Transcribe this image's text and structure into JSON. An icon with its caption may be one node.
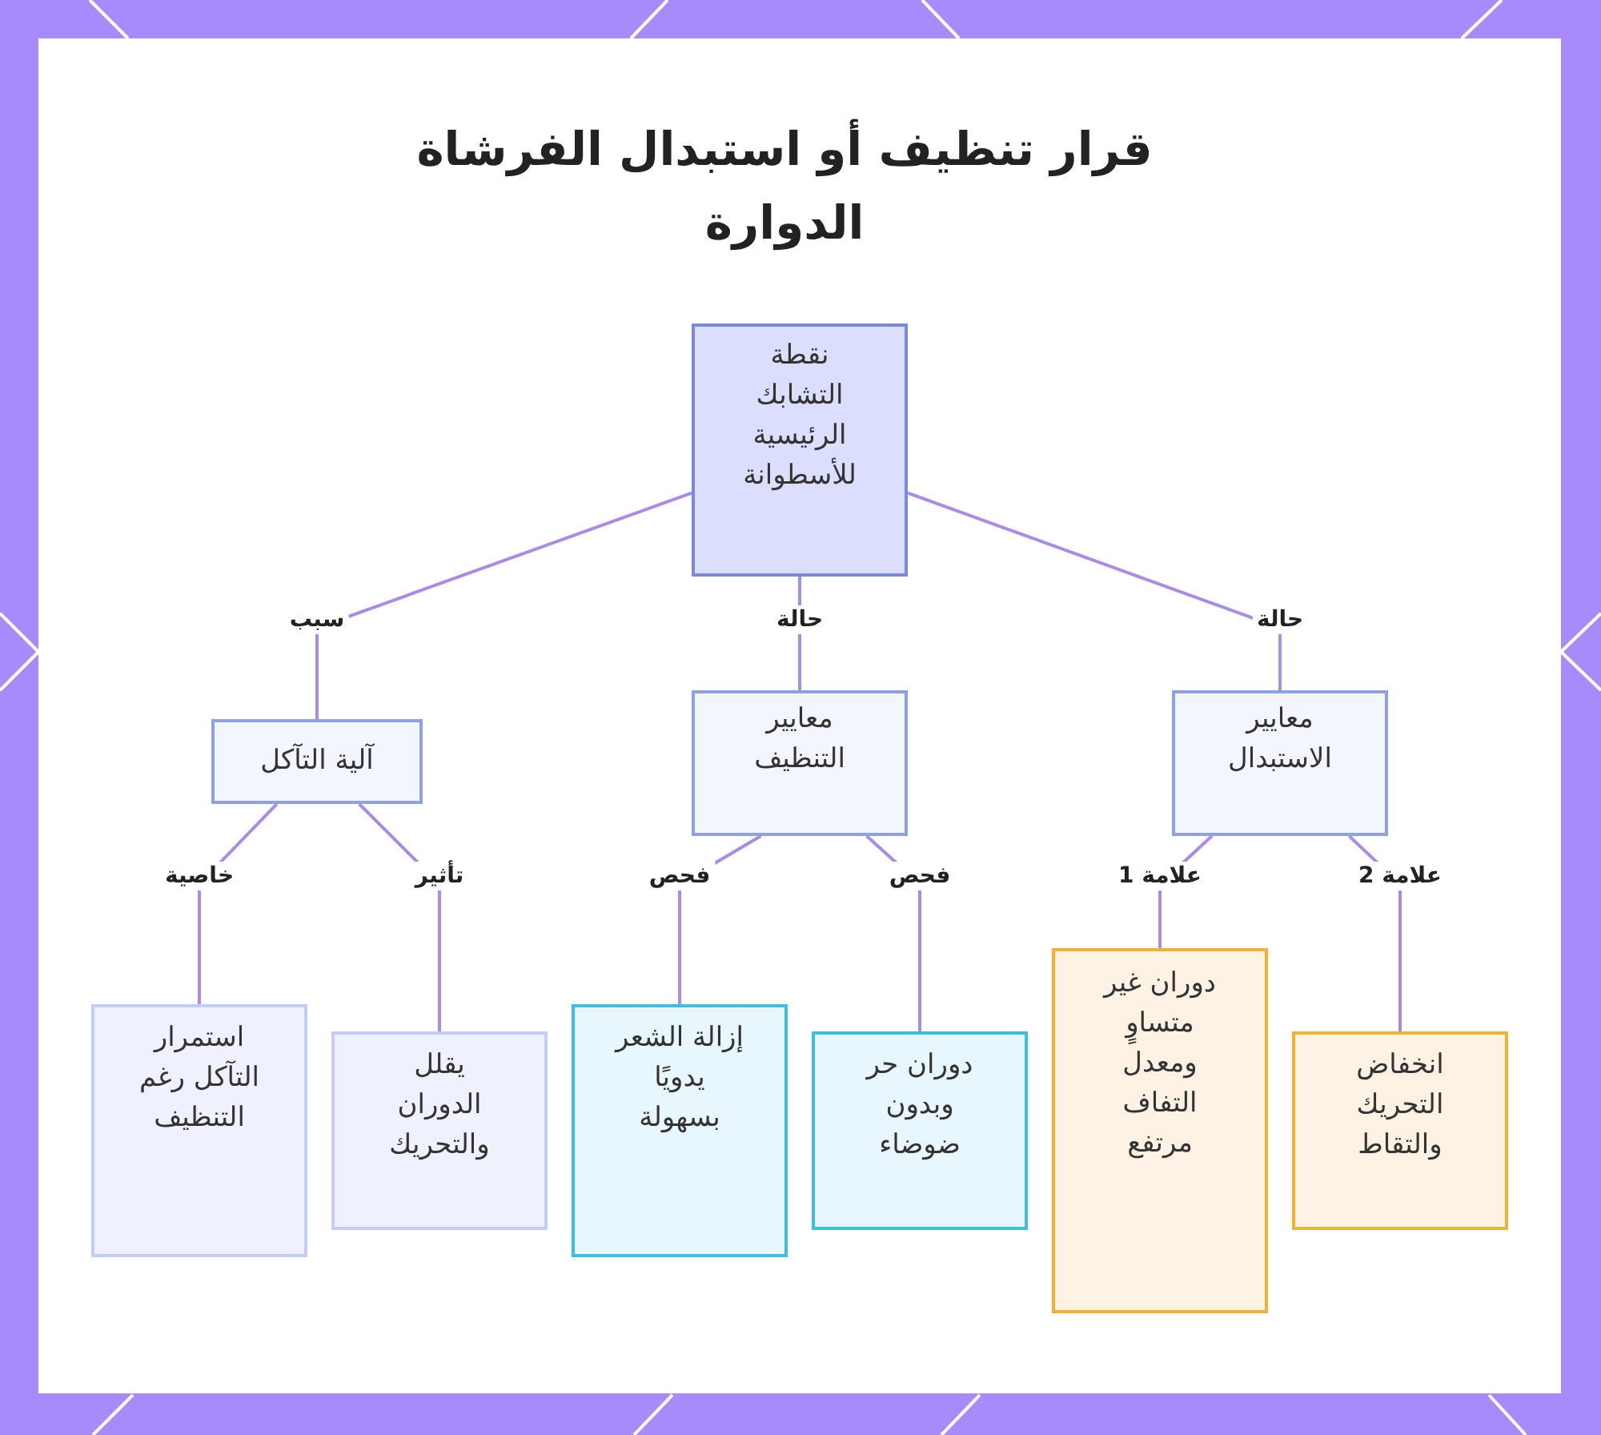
{
  "diagram": {
    "title": "قرار تنظيف أو استبدال الفرشاة الدوارة",
    "nodes": [
      {
        "text": [
          "نقطة التشابك الرئيسية للأسطوانة"
        ]
      },
      {
        "text": [
          "آلية التآكل"
        ]
      },
      {
        "text": [
          "معايير التنظيف"
        ]
      },
      {
        "text": [
          "معايير الاستبدال"
        ]
      },
      {
        "text": [
          "استمرار التآكل رغم التنظيف"
        ]
      },
      {
        "text": [
          "يقلل الدوران والتحريك"
        ]
      },
      {
        "text": [
          "إزالة الشعر يدويًا بسهولة"
        ]
      },
      {
        "text": [
          "دوران حر وبدون ضوضاء"
        ]
      },
      {
        "text": [
          "دوران غير متساوٍ ومعدل التفاف مرتفع"
        ]
      },
      {
        "text": [
          "انخفاض التحريك والتقاط"
        ]
      }
    ],
    "edges": [
      {
        "from": 0,
        "to": 1,
        "arrow": "none",
        "label": "سبب"
      },
      {
        "from": 0,
        "to": 2,
        "arrow": "none",
        "label": "حالة"
      },
      {
        "from": 0,
        "to": 3,
        "arrow": "none",
        "label": "حالة"
      },
      {
        "from": 1,
        "to": 4,
        "arrow": "none",
        "label": "خاصية"
      },
      {
        "from": 1,
        "to": 5,
        "arrow": "none",
        "label": "تأثير"
      },
      {
        "from": 2,
        "to": 6,
        "arrow": "none",
        "label": "فحص"
      },
      {
        "from": 2,
        "to": 7,
        "arrow": "none",
        "label": "فحص"
      },
      {
        "from": 3,
        "to": 8,
        "arrow": "none",
        "label": "علامة 1"
      },
      {
        "from": 3,
        "to": 9,
        "arrow": "none",
        "label": "علامة 2"
      }
    ]
  }
}
